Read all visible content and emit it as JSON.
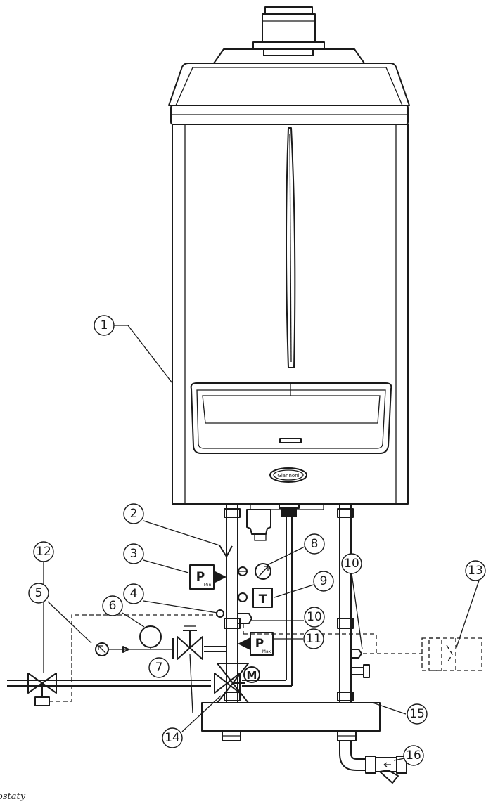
{
  "callouts": [
    {
      "id": "1",
      "label": "1"
    },
    {
      "id": "2",
      "label": "2"
    },
    {
      "id": "3",
      "label": "3"
    },
    {
      "id": "4",
      "label": "4"
    },
    {
      "id": "5",
      "label": "5"
    },
    {
      "id": "6",
      "label": "6"
    },
    {
      "id": "7",
      "label": "7"
    },
    {
      "id": "8",
      "label": "8"
    },
    {
      "id": "9",
      "label": "9"
    },
    {
      "id": "10a",
      "label": "10"
    },
    {
      "id": "10b",
      "label": "10"
    },
    {
      "id": "11",
      "label": "11"
    },
    {
      "id": "12",
      "label": "12"
    },
    {
      "id": "13",
      "label": "13"
    },
    {
      "id": "14",
      "label": "14"
    },
    {
      "id": "15",
      "label": "15"
    },
    {
      "id": "16",
      "label": "16"
    }
  ],
  "symbols": {
    "pressure_switch_min": {
      "letter": "P",
      "sub": "Min."
    },
    "pressure_switch_max": {
      "letter": "P",
      "sub": "Max"
    },
    "thermostat": {
      "letter": "T"
    },
    "motorized_valve": {
      "letter": "M"
    }
  },
  "boiler": {
    "badge_text": "Giannoni"
  },
  "caption": "ostaty"
}
